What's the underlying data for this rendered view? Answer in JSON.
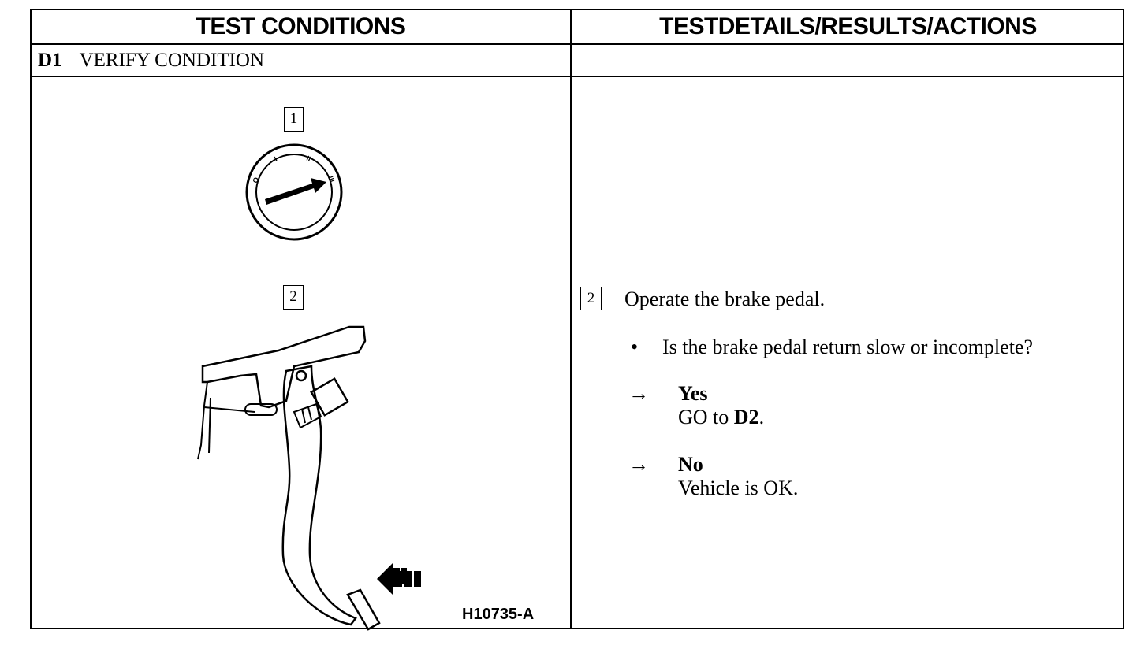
{
  "header": {
    "left_title": "TEST CONDITIONS",
    "right_title": "TESTDETAILS/RESULTS/ACTIONS"
  },
  "step": {
    "id": "D1",
    "title": "VERIFY CONDITION"
  },
  "figure": {
    "callout_1": "1",
    "callout_2": "2",
    "ignition_positions": [
      "O",
      "I",
      "II",
      "III"
    ],
    "code": "H10735-A"
  },
  "details": {
    "callout": "2",
    "instruction": "Operate the brake pedal.",
    "bullet": "•",
    "question": "Is the brake pedal return slow or incomplete?",
    "arrow": "→",
    "answers": [
      {
        "label": "Yes",
        "action_prefix": "GO to ",
        "action_target": "D2",
        "action_suffix": "."
      },
      {
        "label": "No",
        "action_prefix": "Vehicle is OK.",
        "action_target": "",
        "action_suffix": ""
      }
    ]
  }
}
